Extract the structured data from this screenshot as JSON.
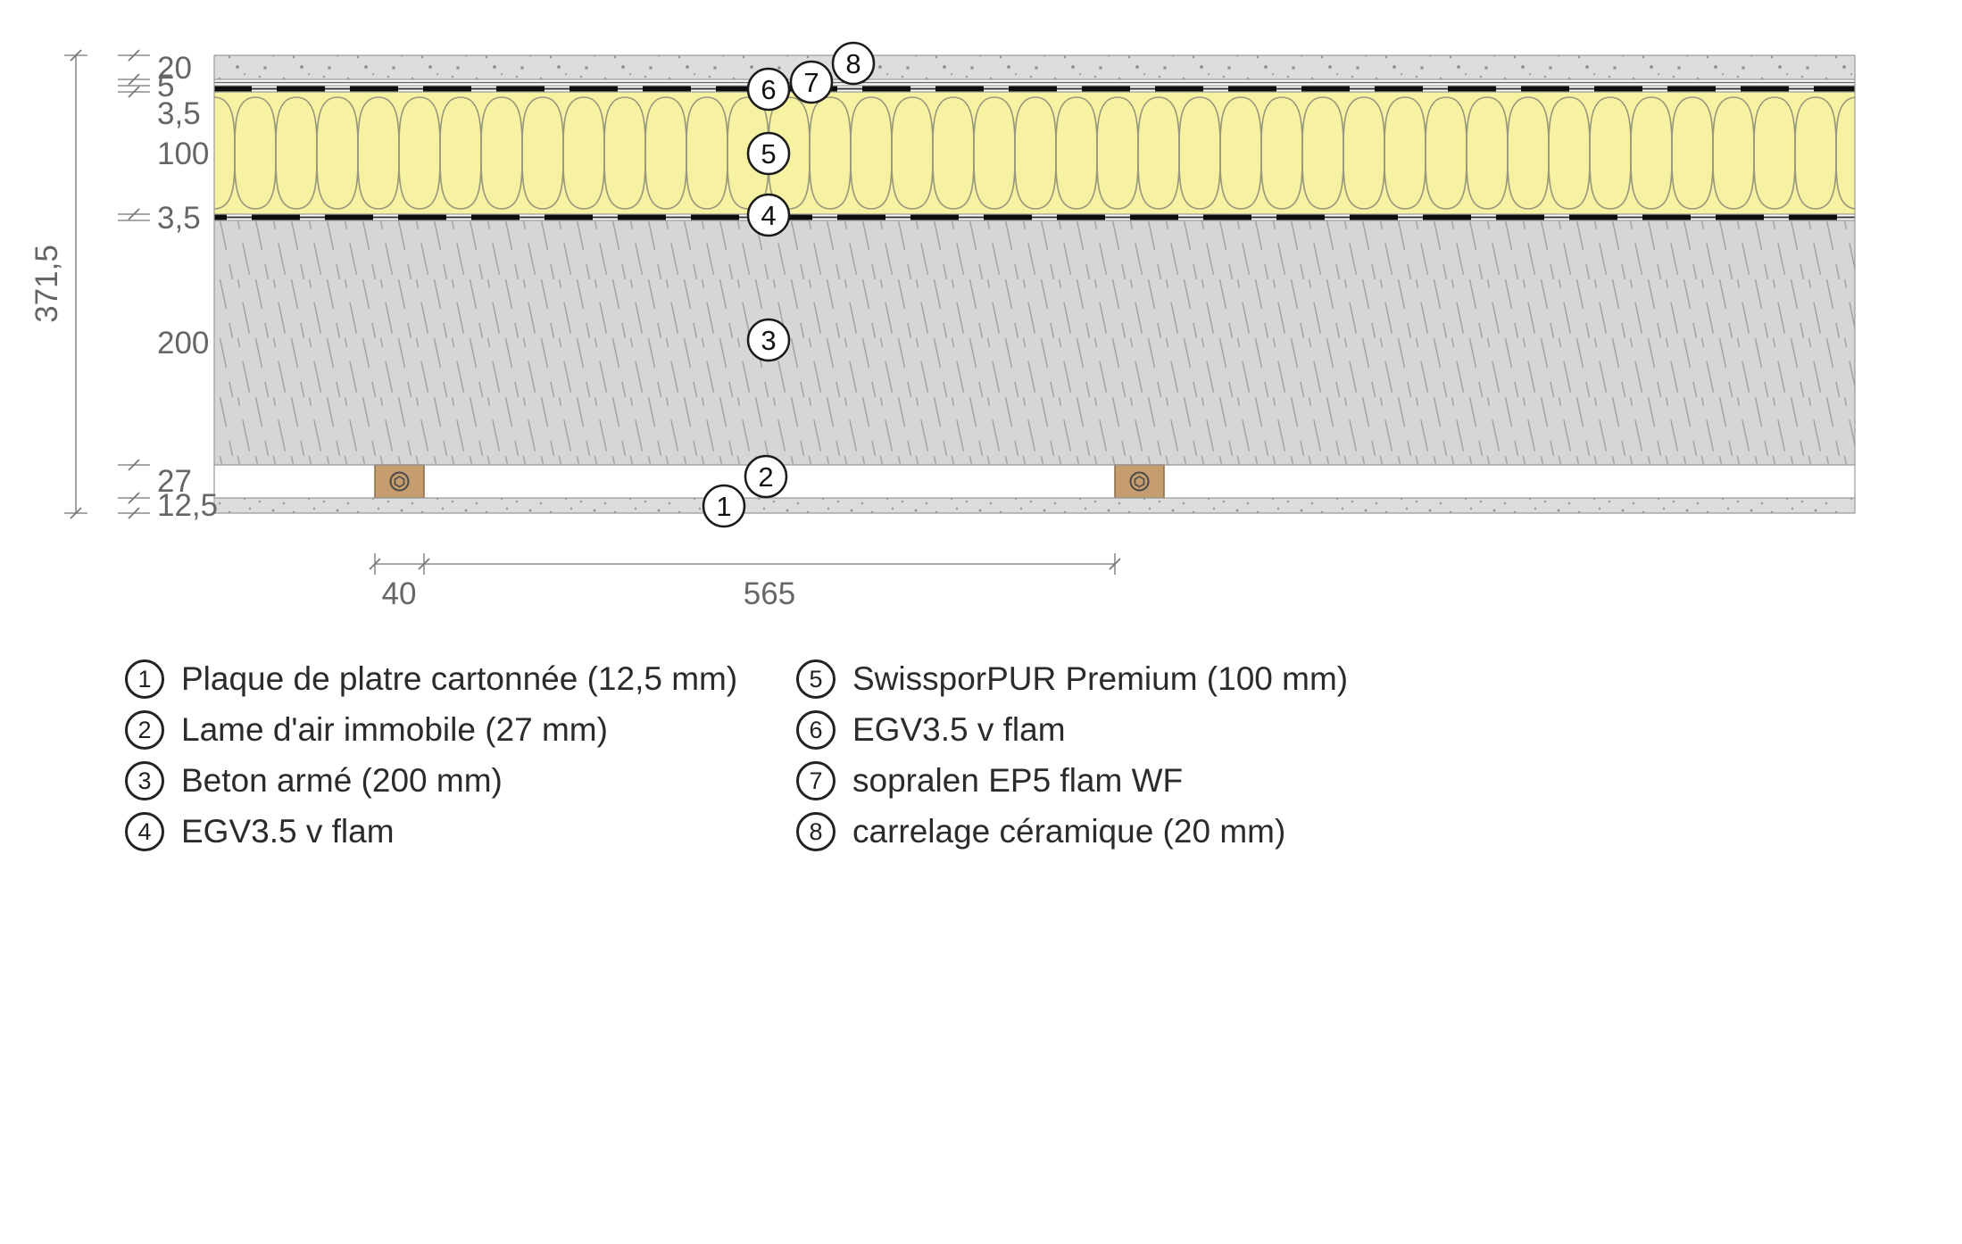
{
  "colors": {
    "insulation_fill": "#f6f2a2",
    "batten_fill": "#c59d6e",
    "concrete_fill": "#d6d6d6",
    "tile_fill": "#dcdcdc",
    "plaster_fill": "#dcdcdc"
  },
  "dimensions": {
    "total": "371,5",
    "layers": [
      "20",
      "5",
      "3,5",
      "100",
      "3,5",
      "200",
      "27",
      "12,5"
    ],
    "bottom": [
      "40",
      "565"
    ]
  },
  "callouts": [
    "1",
    "2",
    "3",
    "4",
    "5",
    "6",
    "7",
    "8"
  ],
  "legend": {
    "col1": [
      {
        "num": "1",
        "label": "Plaque de platre cartonnée (12,5 mm)"
      },
      {
        "num": "2",
        "label": "Lame d'air immobile (27 mm)"
      },
      {
        "num": "3",
        "label": "Beton armé (200 mm)"
      },
      {
        "num": "4",
        "label": "EGV3.5 v flam"
      }
    ],
    "col2": [
      {
        "num": "5",
        "label": "SwissporPUR Premium (100 mm)"
      },
      {
        "num": "6",
        "label": "EGV3.5 v flam"
      },
      {
        "num": "7",
        "label": "sopralen EP5 flam WF"
      },
      {
        "num": "8",
        "label": "carrelage céramique (20 mm)"
      }
    ]
  }
}
